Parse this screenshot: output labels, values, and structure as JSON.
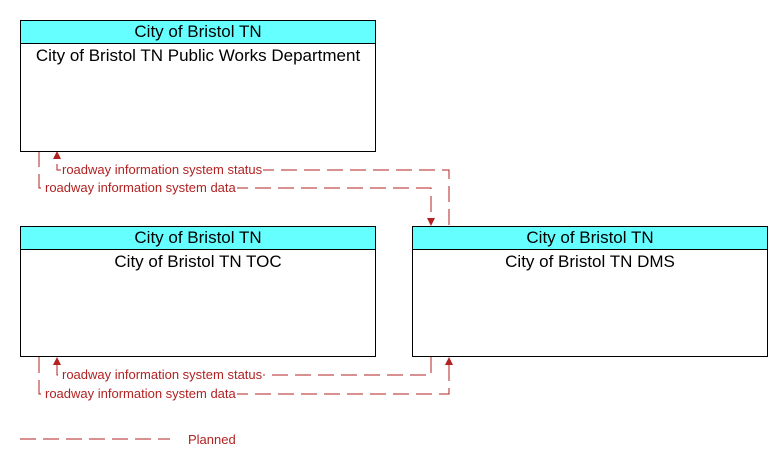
{
  "boxes": {
    "public_works": {
      "owner": "City of Bristol TN",
      "name": "City of Bristol TN Public Works Department"
    },
    "toc": {
      "owner": "City of Bristol TN",
      "name": "City of Bristol TN TOC"
    },
    "dms": {
      "owner": "City of Bristol TN",
      "name": "City of Bristol TN DMS"
    }
  },
  "flows": {
    "pw_status": "roadway information system status",
    "pw_data": "roadway information system data",
    "toc_status": "roadway information system status",
    "toc_data": "roadway information system data"
  },
  "legend": {
    "label": "Planned"
  },
  "colors": {
    "header": "#66ffff",
    "flow": "#b22222"
  }
}
